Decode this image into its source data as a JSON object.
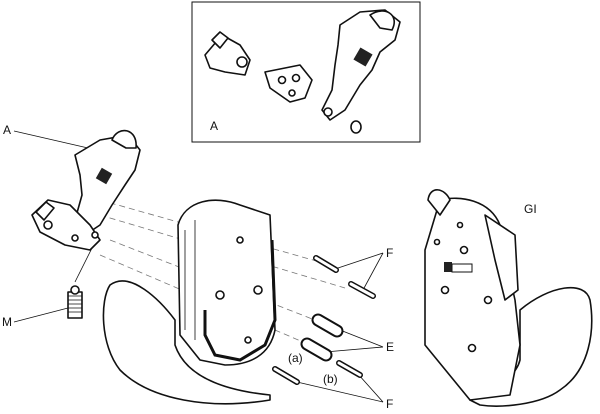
{
  "labels": {
    "inset_a": "A",
    "part_a": "A",
    "part_m": "M",
    "part_f_top": "F",
    "part_e": "E",
    "part_f_bottom": "F",
    "pos_a": "(a)",
    "pos_b": "(b)",
    "part_gi": "GI"
  }
}
